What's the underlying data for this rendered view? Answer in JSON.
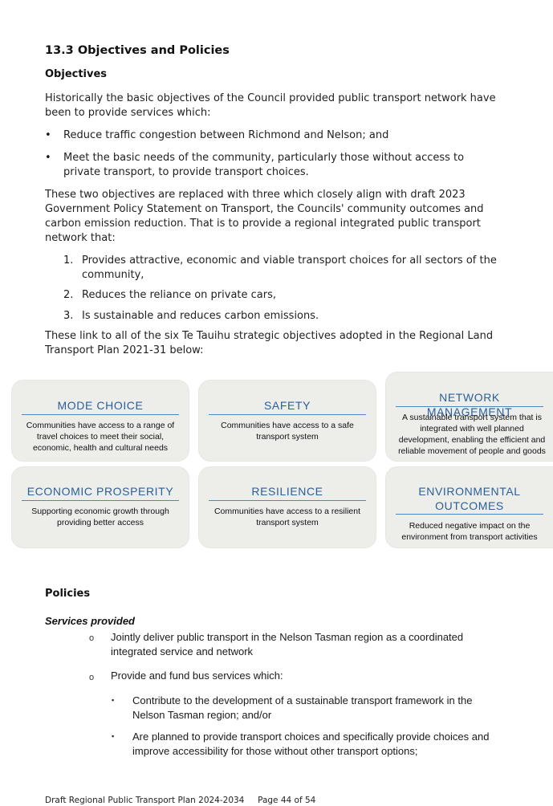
{
  "section": {
    "title": "13.3  Objectives and Policies",
    "objectives_heading": "Objectives",
    "intro": "Historically the basic objectives of the Council provided public transport network have been to provide services which:",
    "bullets": [
      "Reduce traffic congestion between Richmond and Nelson; and",
      "Meet the basic needs of the community, particularly those without access to private transport, to provide transport choices."
    ],
    "bullet_symbol": "•",
    "replacement_text": "These two objectives are replaced with three which closely align with draft 2023 Government Policy Statement on Transport, the Councils' community outcomes and carbon emission reduction. That is to provide a regional integrated public transport network that:",
    "numbered": [
      {
        "num": "1.",
        "text": "Provides attractive, economic and viable transport choices for all sectors of the community,"
      },
      {
        "num": "2.",
        "text": "Reduces the reliance on private cars,"
      },
      {
        "num": "3.",
        "text": "Is sustainable and reduces carbon emissions."
      }
    ],
    "link_text": "These link to all of the six Te Tauihu strategic objectives adopted in the Regional Land Transport Plan 2021-31 below:"
  },
  "cards": [
    {
      "title": "MODE CHOICE",
      "text": "Communities have access to a range of travel choices to meet their social, economic, health and cultural needs"
    },
    {
      "title": "SAFETY",
      "text": "Communities have access to a safe transport system"
    },
    {
      "title": "NETWORK MANAGEMENT",
      "text": "A sustainable transport system that is integrated with well planned development, enabling the efficient and reliable movement of people and goods"
    },
    {
      "title": "ECONOMIC PROSPERITY",
      "text": "Supporting economic growth through providing better access"
    },
    {
      "title": "RESILIENCE",
      "text": "Communities have access to a resilient transport system"
    },
    {
      "title": "ENVIRONMENTAL OUTCOMES",
      "text": "Reduced negative impact on the environment from transport activities"
    }
  ],
  "policies": {
    "heading": "Policies",
    "services_heading": "Services provided",
    "circle_symbol": "o",
    "square_symbol": "▪",
    "item1": "Jointly deliver public transport in the Nelson Tasman region as a coordinated integrated service and network",
    "item2": "Provide and fund bus services which:",
    "sub1": "Contribute to the development of a sustainable transport framework in the Nelson Tasman region; and/or",
    "sub2": "Are planned to provide transport choices and specifically provide choices and improve accessibility for those without other transport options;"
  },
  "footer": {
    "doc_title": "Draft Regional Public Transport Plan 2024-2034",
    "page": "Page 44 of 54"
  },
  "colors": {
    "card_title": "#2b5f9a",
    "card_rule": "#4f86c3",
    "card_bg": "#ededea"
  }
}
